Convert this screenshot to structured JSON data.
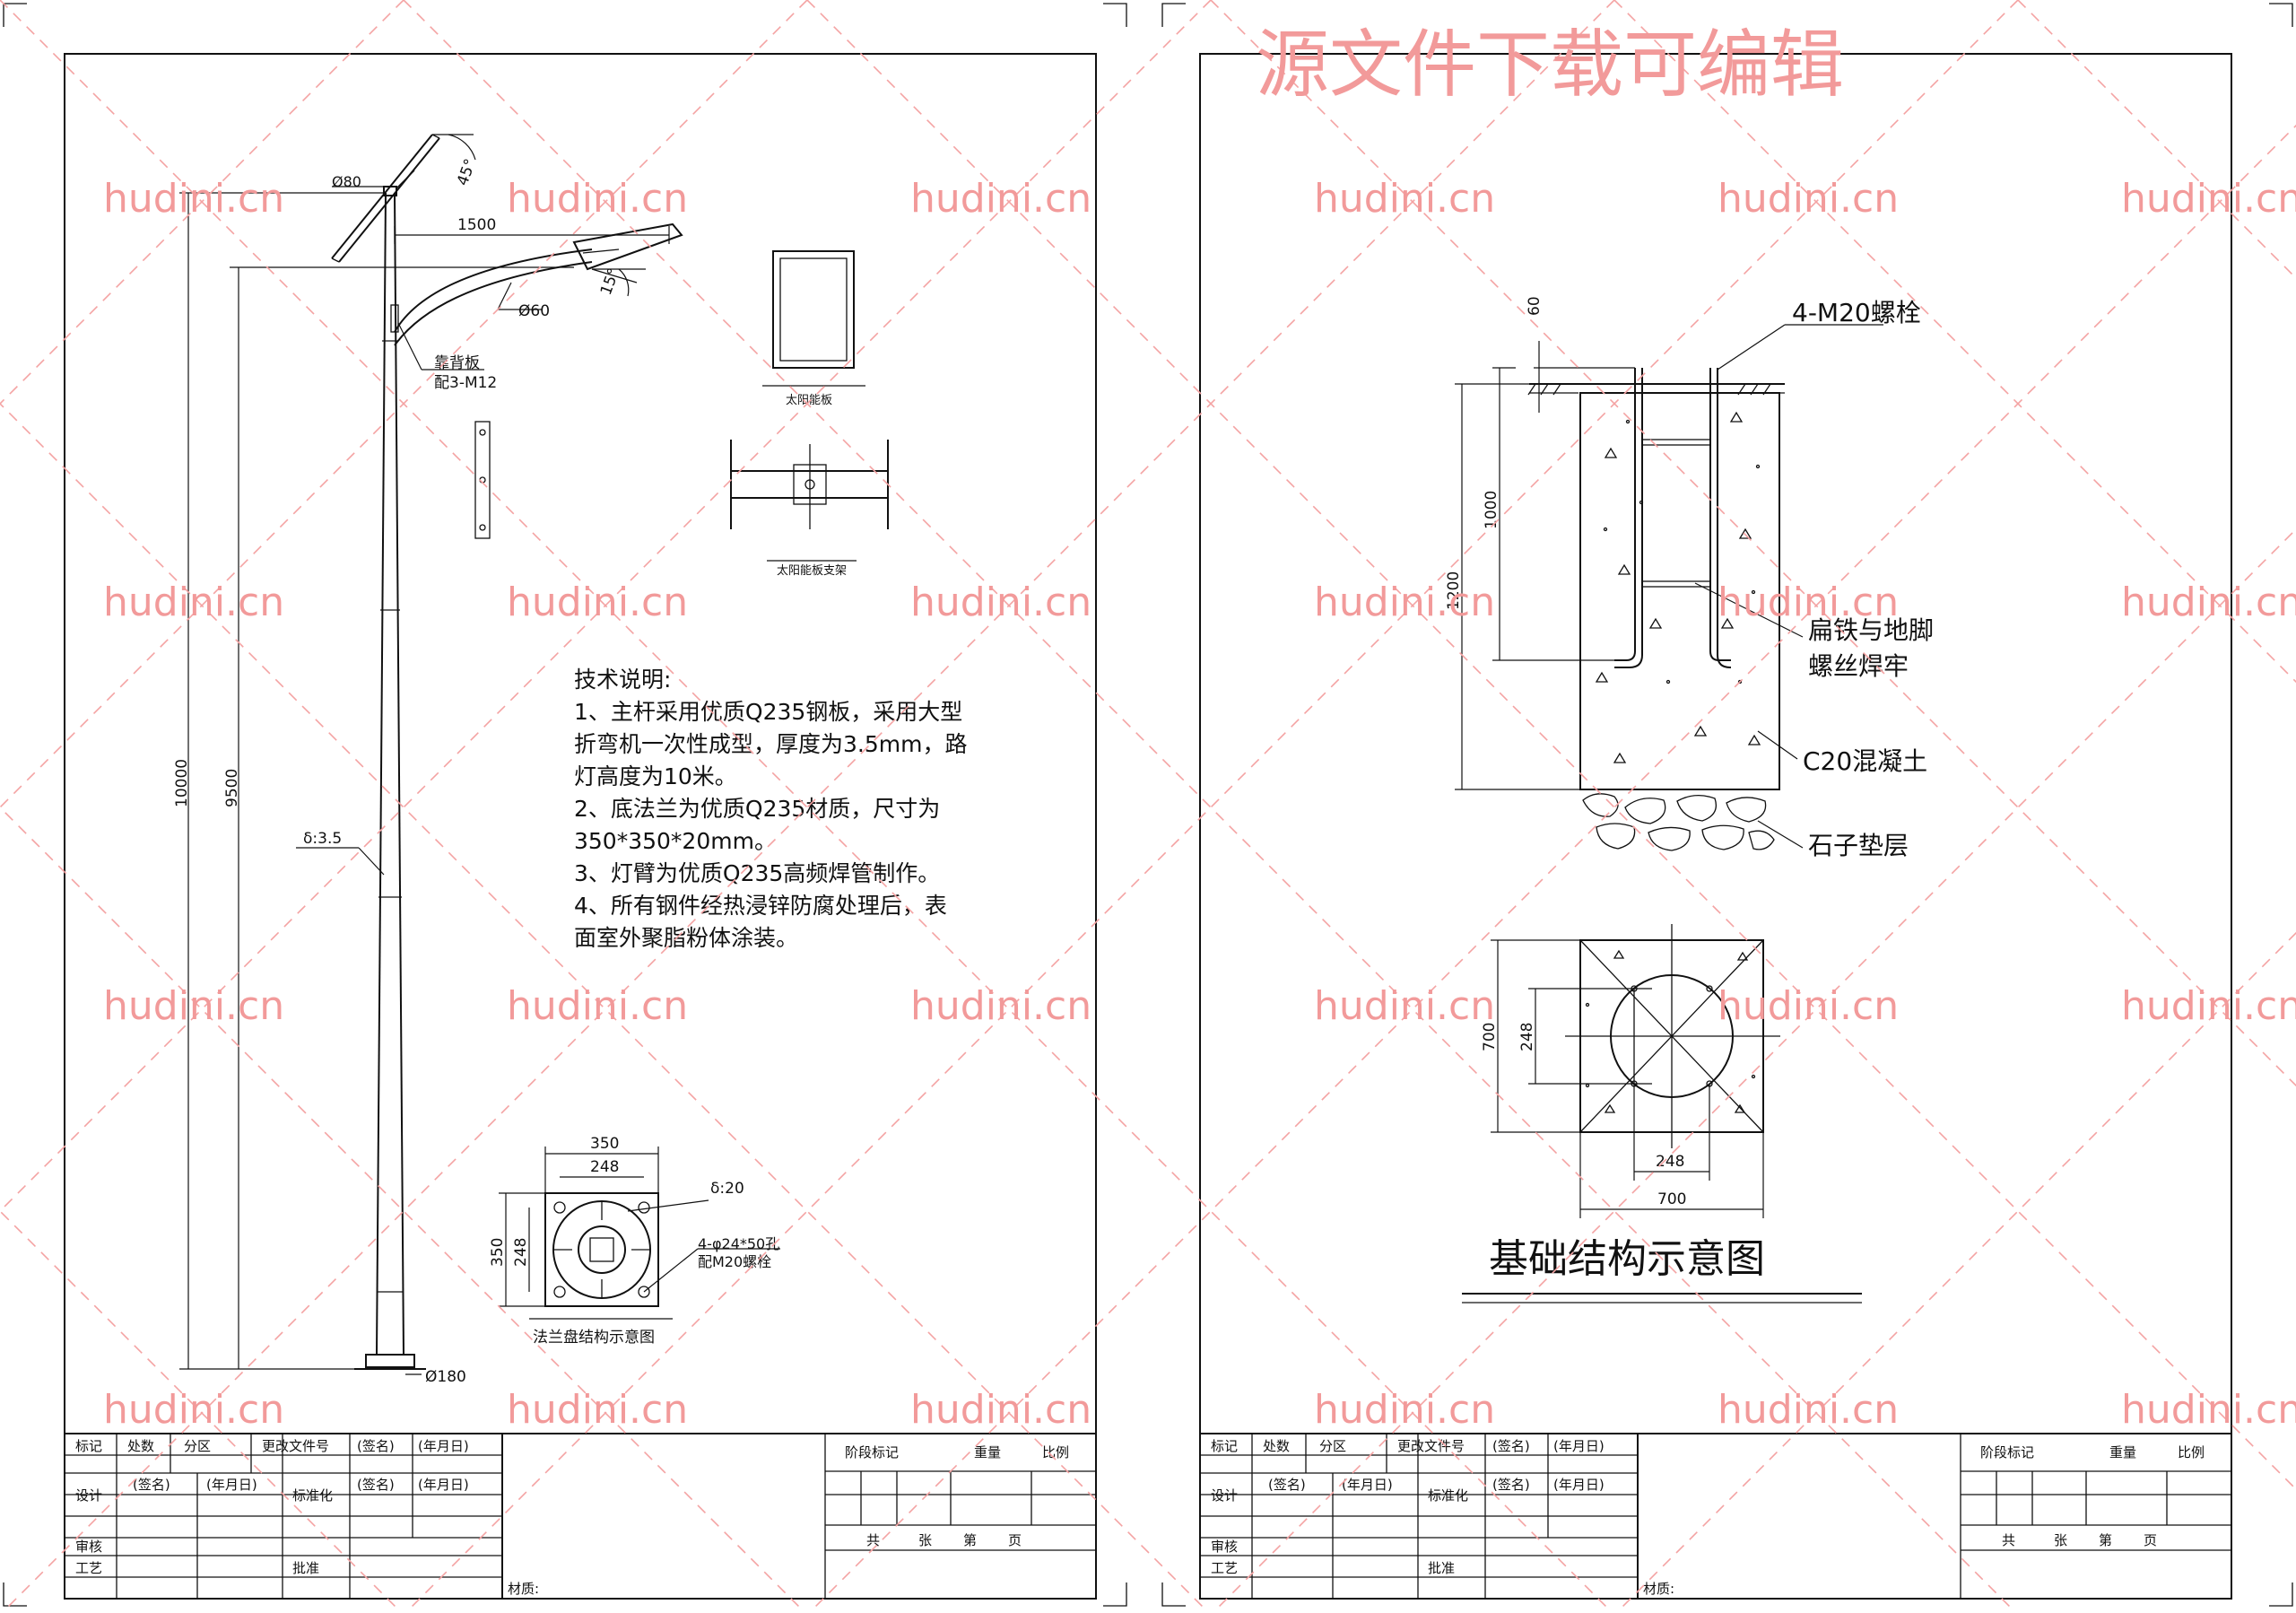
{
  "watermark": {
    "text": "hudini.cn",
    "banner": "源文件下载可编辑"
  },
  "left_sheet": {
    "pole": {
      "dims": {
        "d80": "Ø80",
        "arm": "1500",
        "ang45": "45°",
        "ang15": "15°",
        "d60": "Ø60",
        "back_plate": "靠背板",
        "back_bolt": "配3-M12",
        "h10000": "10000",
        "h9500": "9500",
        "thick": "δ:3.5",
        "d180": "Ø180"
      }
    },
    "panel_label": "太阳能板",
    "bracket_label": "太阳能板支架",
    "tech_notes": {
      "title": "技术说明:",
      "lines": [
        "1、主杆采用优质Q235钢板，采用大型",
        "折弯机一次性成型，厚度为3.5mm，路",
        "灯高度为10米。",
        "2、底法兰为优质Q235材质，尺寸为",
        "350*350*20mm。",
        "3、灯臂为优质Q235高频焊管制作。",
        "4、所有钢件经热浸锌防腐处理后，表",
        "面室外聚脂粉体涂装。"
      ]
    },
    "flange": {
      "w350": "350",
      "w248": "248",
      "h350": "350",
      "h248": "248",
      "thick": "δ:20",
      "holes": "4-φ24*50孔",
      "bolts": "配M20螺栓",
      "caption": "法兰盘结构示意图"
    }
  },
  "right_sheet": {
    "foundation": {
      "bolt_label": "4-M20螺栓",
      "d60": "60",
      "d1000": "1000",
      "d1200": "1200",
      "weld_1": "扁铁与地脚",
      "weld_2": "螺丝焊牢",
      "concrete": "C20混凝土",
      "gravel": "石子垫层",
      "p700v": "700",
      "p248v": "248",
      "p248h": "248",
      "p700h": "700",
      "caption": "基础结构示意图"
    }
  },
  "title_block": {
    "r1": [
      "标记",
      "处数",
      "分区",
      "更改文件号",
      "(签名)",
      "(年月日)"
    ],
    "design": "设计",
    "sign": "(签名)",
    "date": "(年月日)",
    "standard": "标准化",
    "review": "审核",
    "process": "工艺",
    "approve": "批准",
    "material": "材质:",
    "stage": "阶段标记",
    "weight": "重量",
    "scale": "比例",
    "total": "共",
    "sheets": "张",
    "no": "第",
    "page": "页"
  }
}
